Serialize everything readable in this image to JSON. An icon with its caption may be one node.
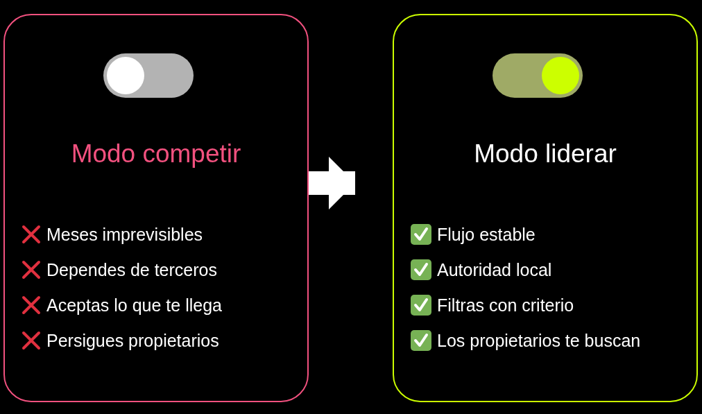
{
  "diagram": {
    "nodes": [
      {
        "text": [
          "Modo competir",
          "Meses imprevisibles",
          "Dependes de terceros",
          "Aceptas lo que te llega",
          "Persigues propietarios"
        ]
      },
      {
        "text": [
          "Modo liderar",
          "Flujo estable",
          "Autoridad local",
          "Filtras con criterio",
          "Los propietarios te buscan"
        ]
      }
    ],
    "edges": [
      {
        "from": 0,
        "to": 1,
        "arrow": "to"
      }
    ]
  }
}
